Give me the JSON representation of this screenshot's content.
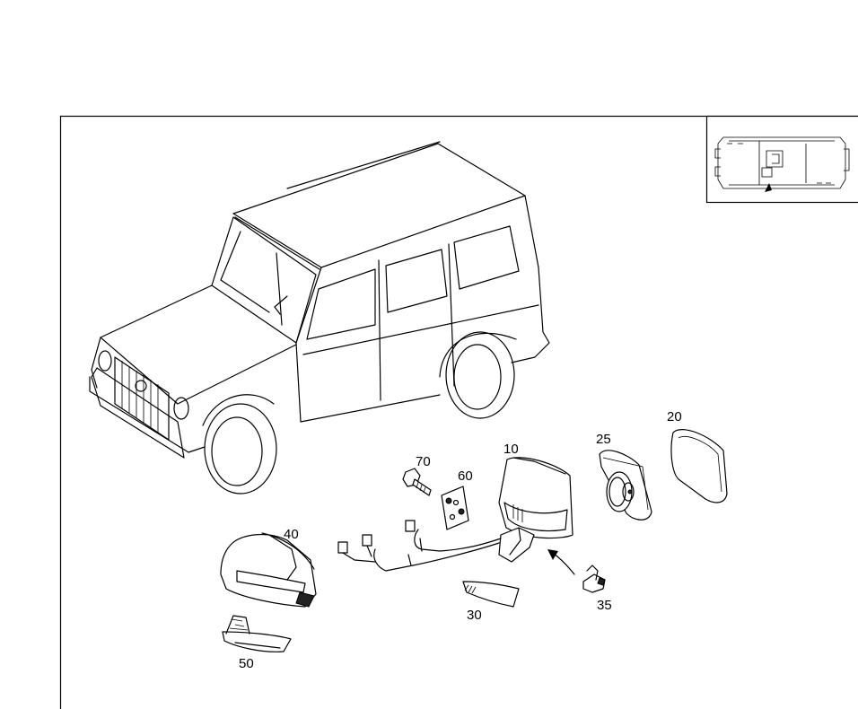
{
  "callouts": {
    "p10": "10",
    "p20": "20",
    "p25": "25",
    "p30": "30",
    "p35": "35",
    "p40": "40",
    "p50": "50",
    "p60": "60",
    "p70": "70"
  },
  "colors": {
    "line": "#000000",
    "background": "#ffffff"
  }
}
